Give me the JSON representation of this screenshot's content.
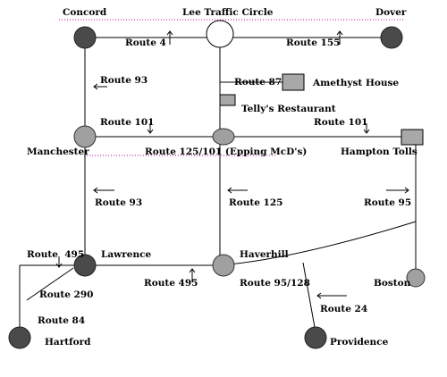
{
  "cities": {
    "concord": "Concord",
    "lee": "Lee Traffic Circle",
    "dover": "Dover",
    "amethyst": "Amethyst House",
    "tellys": "Telly's Restaurant",
    "manchester": "Manchester",
    "epping": "Route 125/101 (Epping McD's)",
    "hampton": "Hampton Tolls",
    "lawrence": "Lawrence",
    "haverhill": "Haverhill",
    "boston": "Boston",
    "hartford": "Hartford",
    "providence": "Providence"
  },
  "routes": {
    "r4": "Route 4",
    "r155": "Route 155",
    "r93_top": "Route 93",
    "r87": "Route 87",
    "r101_left": "Route 101",
    "r101_right": "Route 101",
    "r93_mid": "Route 93",
    "r125": "Route 125",
    "r95": "Route 95",
    "r495_top": "Route  495",
    "r495_mid": "Route 495",
    "r95_128": "Route 95/128",
    "r290": "Route 290",
    "r84": "Route 84",
    "r24": "Route 24"
  },
  "colors": {
    "dark_node": "#4a4a4a",
    "light_node": "#a0a0a0",
    "box_fill": "#a8a8a8",
    "dotted_line": "#b000b0"
  }
}
